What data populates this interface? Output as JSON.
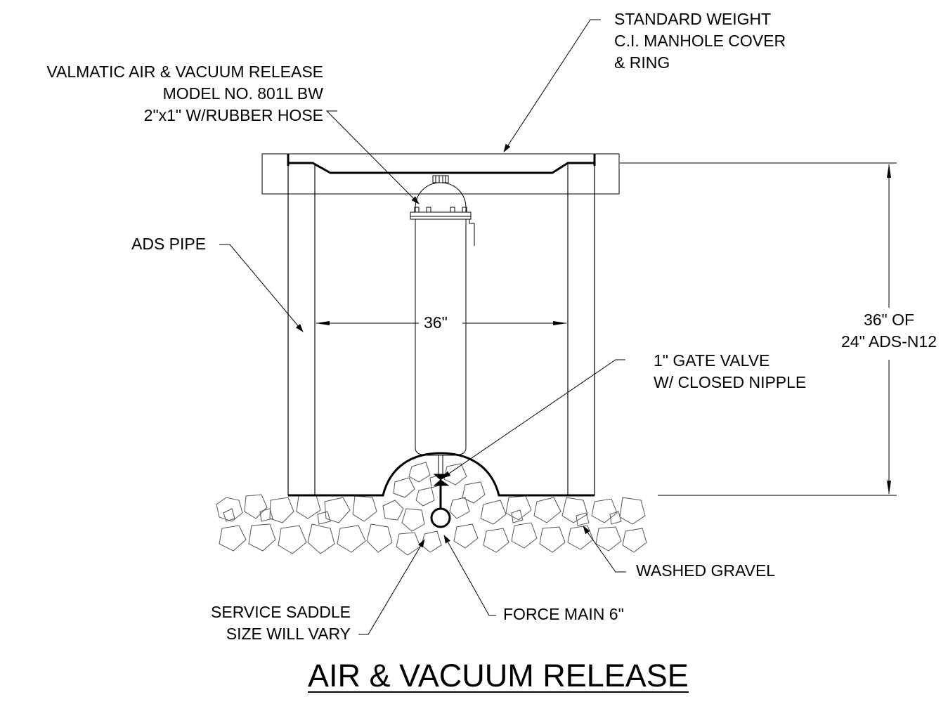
{
  "title": "AIR & VACUUM RELEASE",
  "labels": {
    "cover": [
      "STANDARD WEIGHT",
      "C.I. MANHOLE COVER",
      "& RING"
    ],
    "valve": [
      "VALMATIC AIR & VACUUM RELEASE",
      "MODEL NO. 801L BW",
      "2\"x1\" W/RUBBER HOSE"
    ],
    "pipe": "ADS PIPE",
    "width_dim": "36\"",
    "height_dim": [
      "36\" OF",
      "24\" ADS-N12"
    ],
    "gate_valve": [
      "1\" GATE VALVE",
      "W/ CLOSED NIPPLE"
    ],
    "gravel": "WASHED GRAVEL",
    "saddle": [
      "SERVICE SADDLE",
      "SIZE WILL VARY"
    ],
    "force_main": "FORCE MAIN 6\""
  }
}
